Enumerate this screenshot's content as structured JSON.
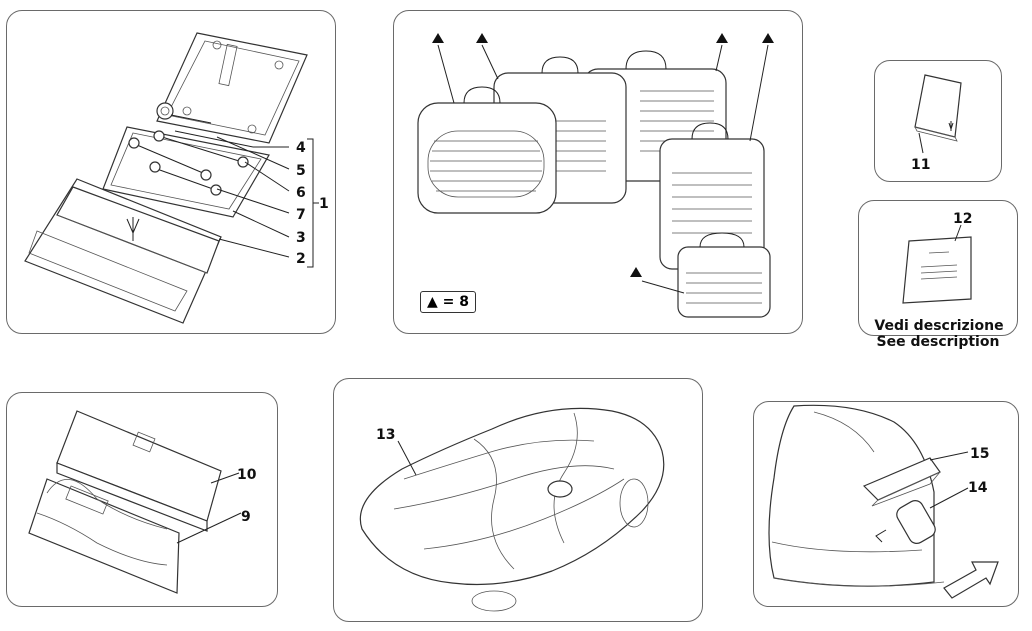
{
  "panel_tools": {
    "callouts": [
      "4",
      "5",
      "6",
      "7",
      "3",
      "2"
    ],
    "group": "1"
  },
  "panel_luggage": {
    "legend_symbol": "▲",
    "legend_text": "= 8"
  },
  "panel_booklet": {
    "callout": "11"
  },
  "panel_manual": {
    "callout": "12",
    "note_it": "Vedi descrizione",
    "note_en": "See description"
  },
  "panel_cases": {
    "callouts": [
      "10",
      "9"
    ]
  },
  "panel_cover": {
    "callout": "13"
  },
  "panel_trunk": {
    "callouts": [
      "15",
      "14"
    ]
  },
  "icons": [
    "maserati-trident-icon",
    "triangle-marker-icon",
    "arrow-icon"
  ]
}
